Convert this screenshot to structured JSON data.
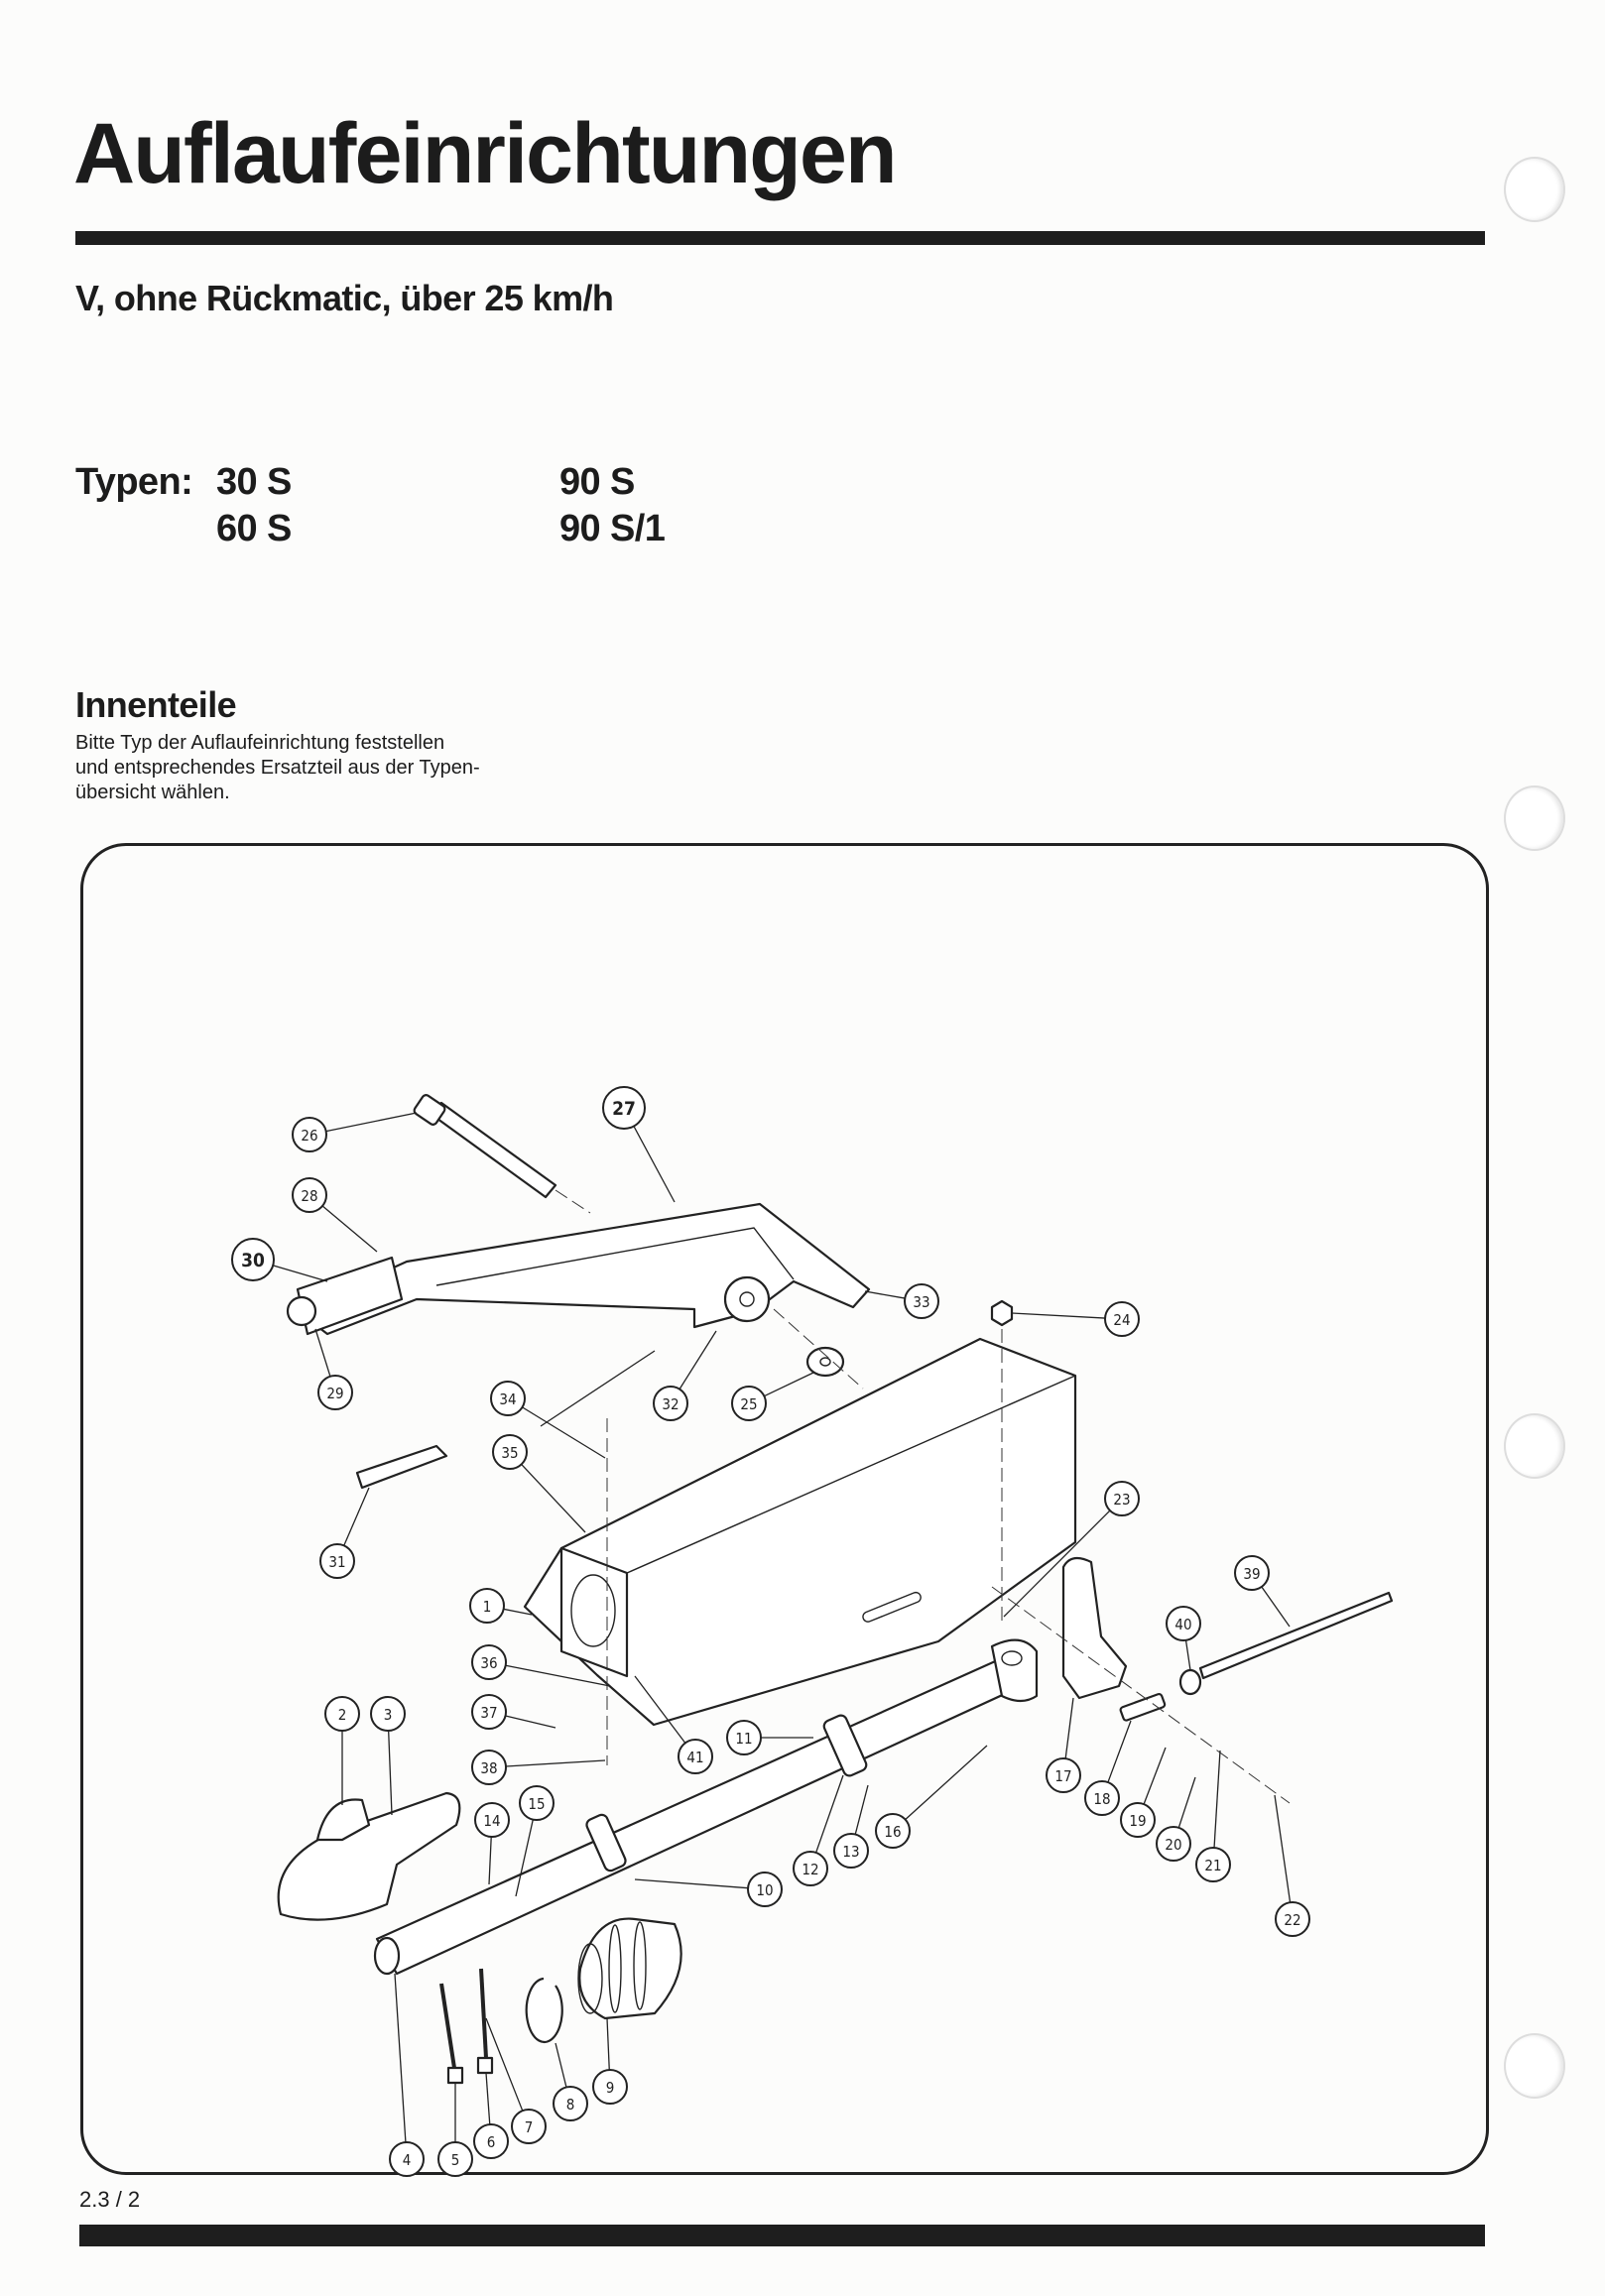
{
  "header": {
    "title": "Auflaufeinrichtungen",
    "subtitle": "V, ohne Rückmatic, über 25 km/h"
  },
  "types": {
    "label": "Typen:",
    "items": [
      "30 S",
      "60 S",
      "90 S",
      "90 S/1"
    ]
  },
  "section": {
    "heading": "Innenteile",
    "lines": [
      "Bitte Typ der Auflaufeinrichtung feststellen",
      "und entsprechendes Ersatzteil aus der Typen-",
      "übersicht wählen."
    ]
  },
  "diagram": {
    "callouts": [
      "1",
      "2",
      "3",
      "4",
      "5",
      "6",
      "7",
      "8",
      "9",
      "10",
      "11",
      "12",
      "13",
      "14",
      "15",
      "16",
      "17",
      "18",
      "19",
      "20",
      "21",
      "22",
      "23",
      "24",
      "25",
      "26",
      "27",
      "28",
      "29",
      "30",
      "31",
      "32",
      "33",
      "34",
      "35",
      "36",
      "37",
      "38",
      "39",
      "40",
      "41"
    ],
    "emphasized": [
      "27",
      "30"
    ]
  },
  "footer": {
    "page_number": "2.3 / 2"
  }
}
